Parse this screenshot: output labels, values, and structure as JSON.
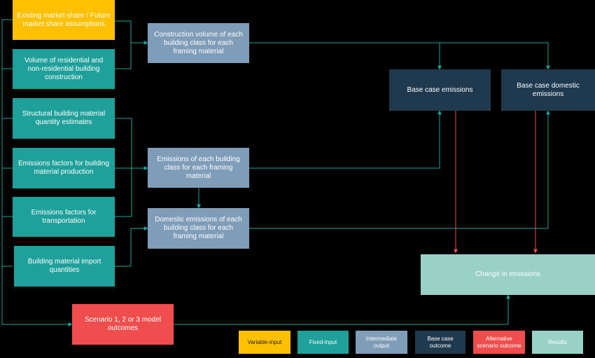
{
  "nodes": {
    "market_share": "Existing market share / Future market share assumptions",
    "volume": "Volume of residential and non-residential building construction",
    "quantity": "Structural building material quantity estimates",
    "ef_production": "Emissions factors for building material production",
    "ef_transport": "Emissions factors for transportation",
    "imports": "Building material import quantities",
    "scenario": "Scenario 1, 2 or 3 model outcomes",
    "construction_volume": "Construction volume of each building class for each framing material",
    "emissions_class": "Emissions of each building class for each framing material",
    "domestic_emissions": "Domestic emissions of each building class for each framing material",
    "base_emissions": "Base case emissions",
    "base_domestic": "Base case domestic emissions",
    "change": "Change in emissions"
  },
  "legend": {
    "variable": "Variable-input",
    "fixed": "Fixed-input",
    "intermediate": "Intermediate output",
    "base": "Base case outcome",
    "alternative": "Alternative scenario outcome",
    "results": "Results"
  },
  "colors": {
    "variable_input": "#FFC000",
    "fixed_input": "#1FA09A",
    "intermediate_output": "#7F9DB9",
    "base_case_outcome": "#1F3A4F",
    "alternative_scenario_outcome": "#F04E4E",
    "results": "#9AD1C6"
  }
}
